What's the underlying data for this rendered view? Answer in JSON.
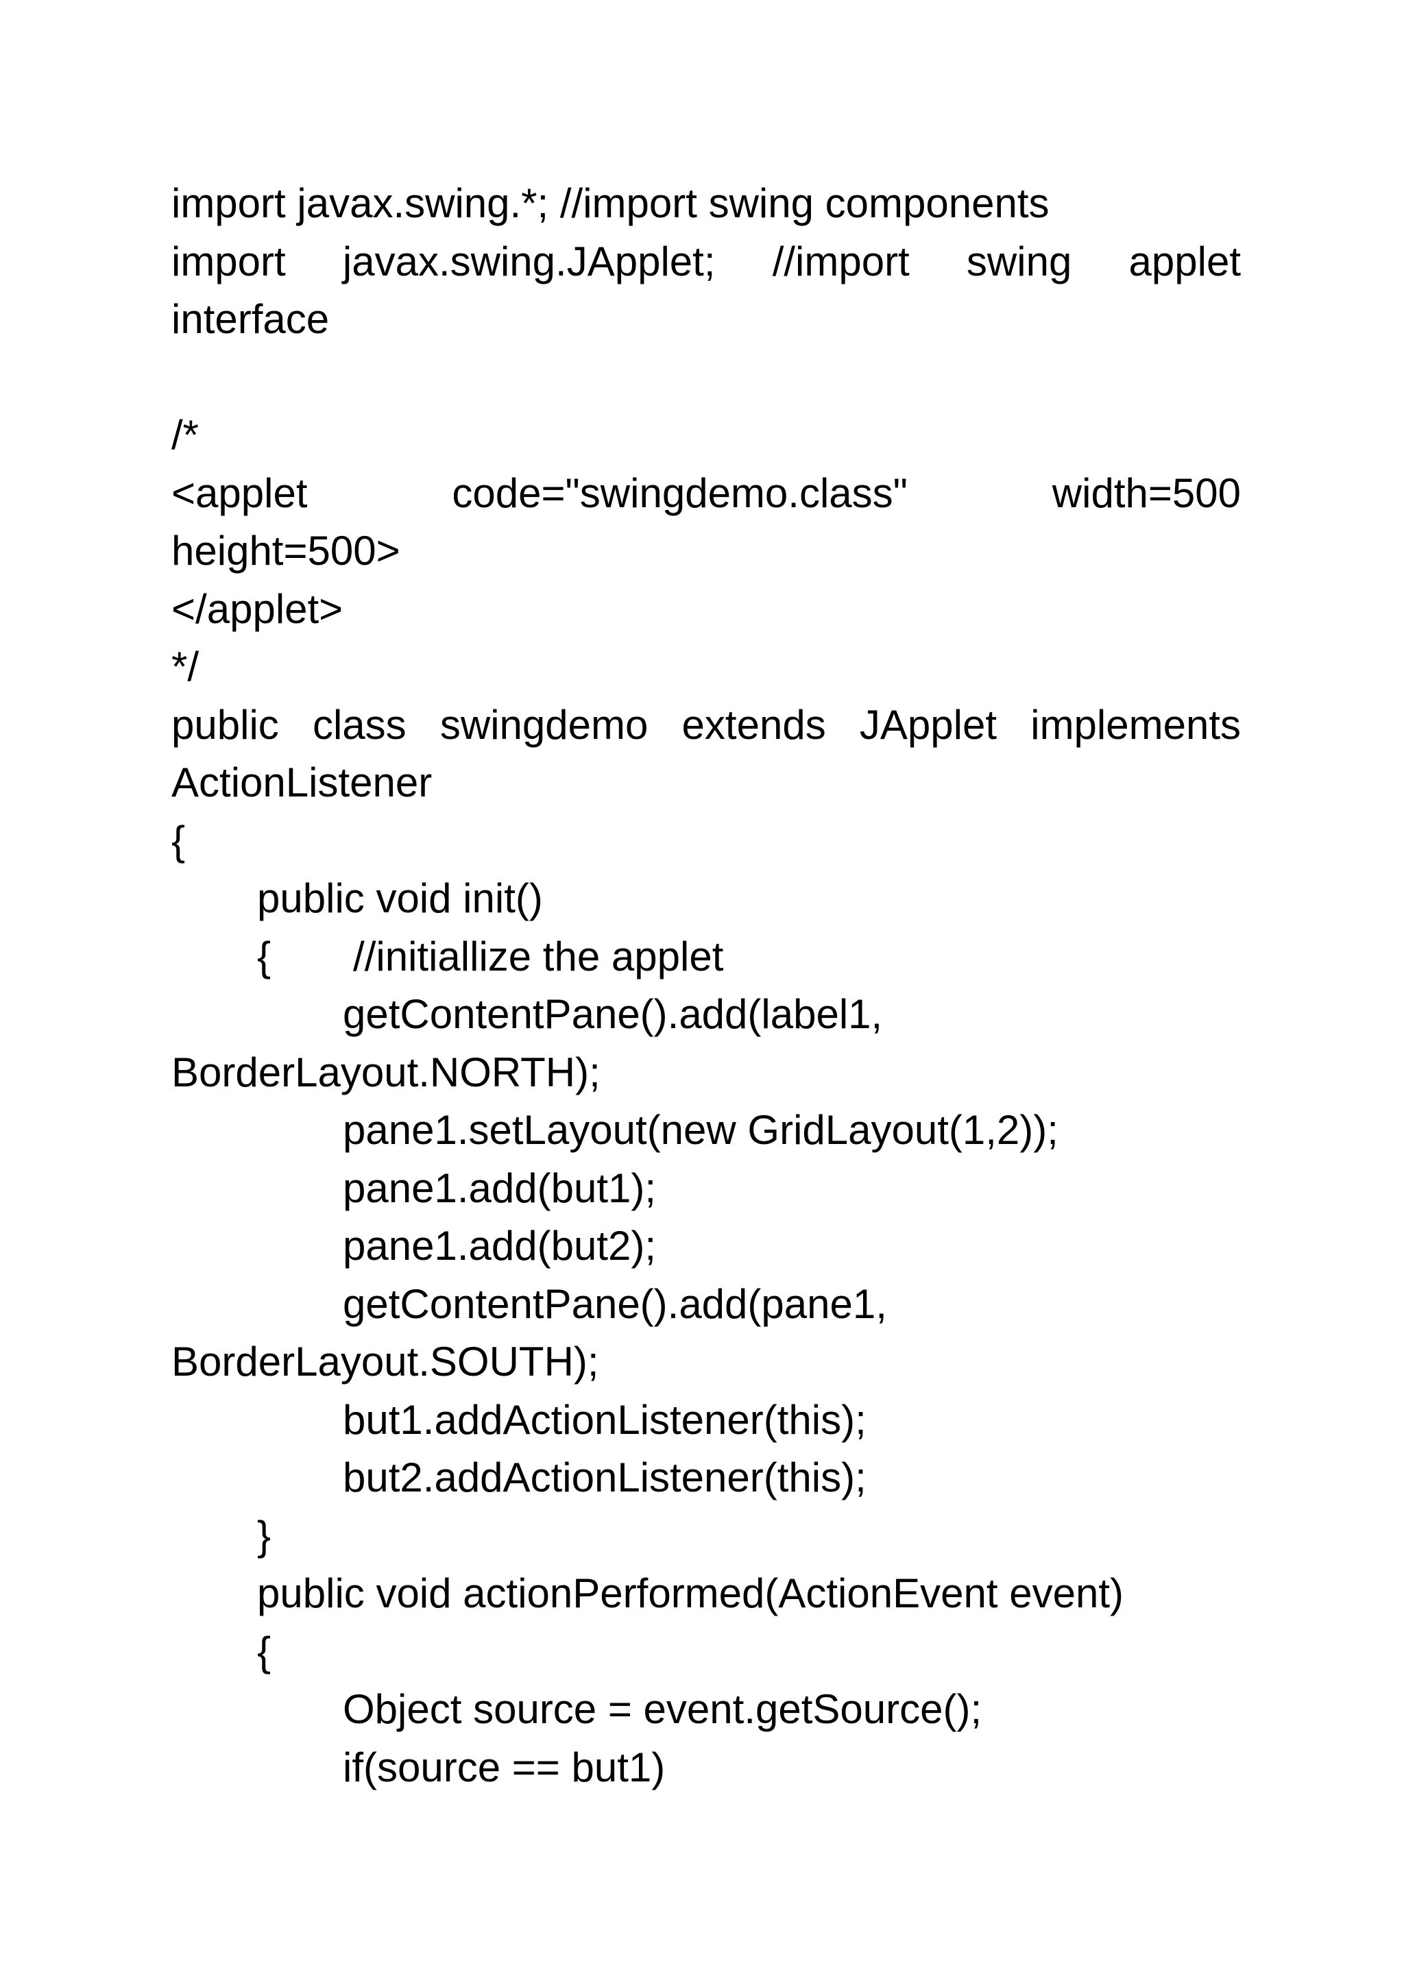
{
  "document": {
    "lines": [
      "import javax.swing.*; //import swing components",
      "import javax.swing.JApplet; //import swing applet",
      "interface",
      "",
      "/*",
      "<applet code=\"swingdemo.class\" width=500",
      "height=500>",
      "</applet>",
      "*/",
      "public class swingdemo extends JApplet implements",
      "ActionListener",
      "{",
      "public void init()",
      "{  //initiallize the applet",
      "getContentPane().add(label1,",
      "BorderLayout.NORTH);",
      "pane1.setLayout(new GridLayout(1,2));",
      "pane1.add(but1);",
      "pane1.add(but2);",
      "getContentPane().add(pane1,",
      "BorderLayout.SOUTH);",
      "but1.addActionListener(this);",
      "but2.addActionListener(this);",
      "}",
      "public void actionPerformed(ActionEvent event)",
      "{",
      "Object source = event.getSource();",
      "if(source == but1)"
    ]
  }
}
